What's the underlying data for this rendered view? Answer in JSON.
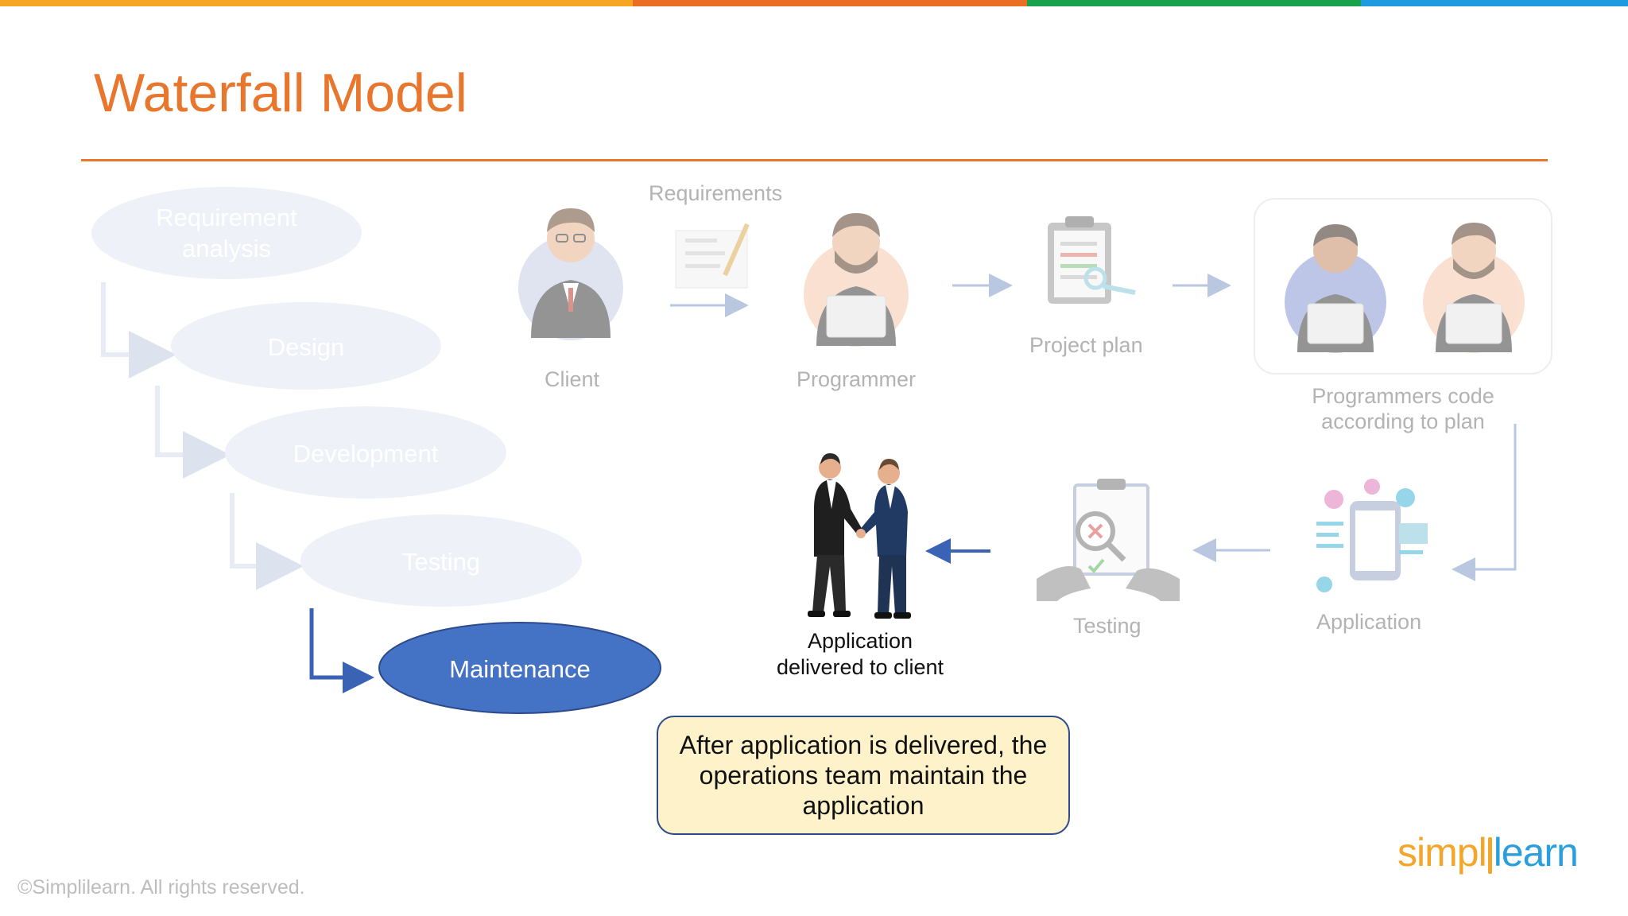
{
  "header": {
    "title": "Waterfall Model",
    "accent_color": "#e8762d",
    "top_bar_colors": [
      "#f5a623",
      "#ea6e25",
      "#19a24b",
      "#1e9ae0"
    ]
  },
  "phases": [
    {
      "label": "Requirement analysis",
      "line1": "Requirement",
      "line2": "analysis",
      "state": "faded"
    },
    {
      "label": "Design",
      "state": "faded"
    },
    {
      "label": "Development",
      "state": "faded"
    },
    {
      "label": "Testing",
      "state": "faded"
    },
    {
      "label": "Maintenance",
      "state": "active",
      "color": "#4472c4"
    }
  ],
  "flow": {
    "requirements_label": "Requirements",
    "client_label": "Client",
    "programmer_label": "Programmer",
    "project_plan_label": "Project plan",
    "programmers_code_line1": "Programmers code",
    "programmers_code_line2": "according to plan",
    "application_label": "Application",
    "testing_label": "Testing",
    "delivered_line1": "Application",
    "delivered_line2": "delivered to client"
  },
  "note": {
    "text": "After application is delivered, the operations team maintain the application",
    "background": "#fdf2c9"
  },
  "footer": {
    "copyright": "©Simplilearn. All rights reserved.",
    "logo_part1": "simpl",
    "logo_part2": "learn"
  }
}
